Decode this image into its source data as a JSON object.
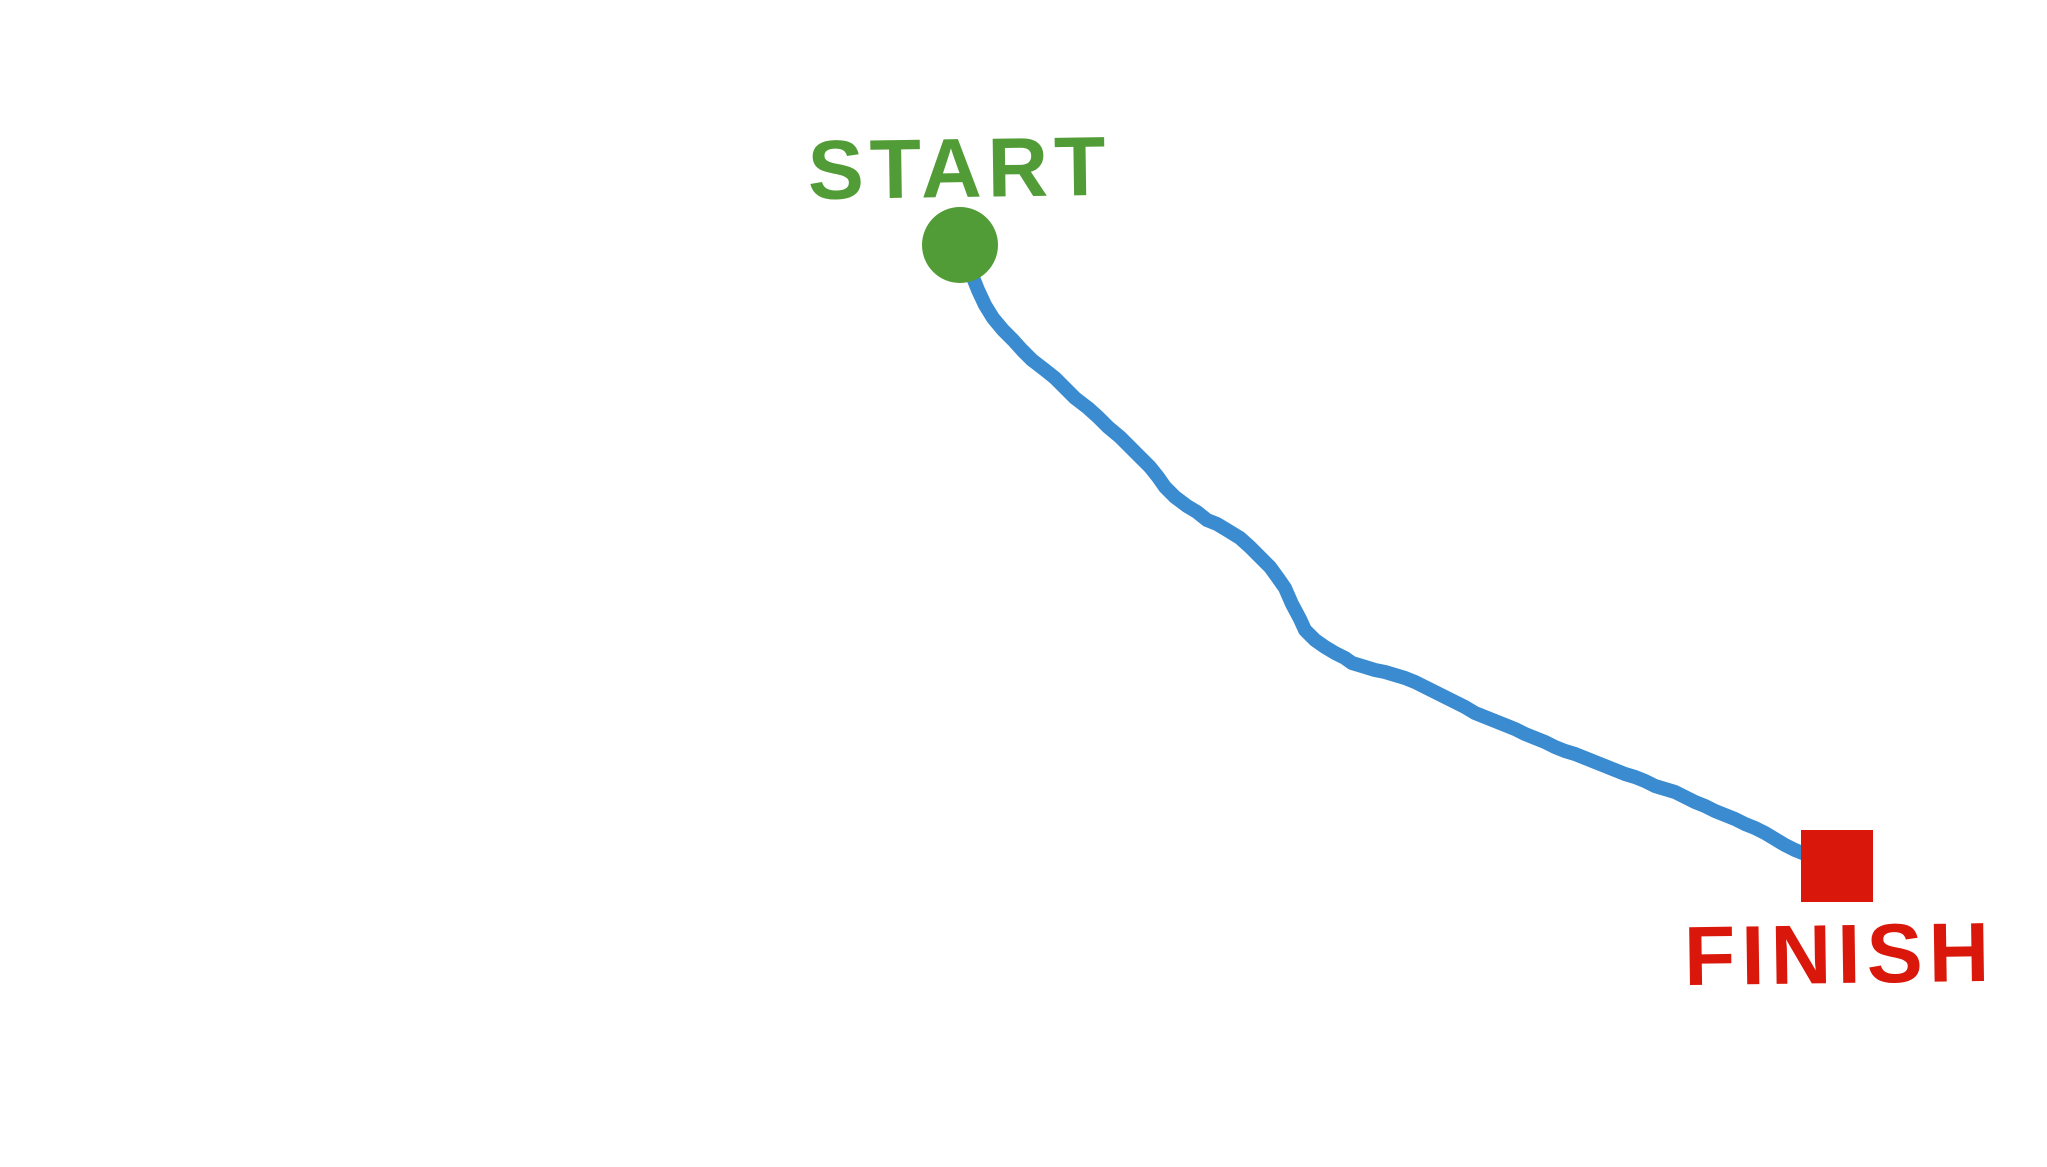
{
  "route": {
    "start_label": "START",
    "finish_label": "FINISH",
    "colors": {
      "path": "#3a8bd0",
      "start": "#529c37",
      "finish": "#da170b",
      "background": "#ffffff"
    },
    "icons": {
      "start": "circle-start-marker",
      "finish": "square-finish-marker"
    }
  }
}
